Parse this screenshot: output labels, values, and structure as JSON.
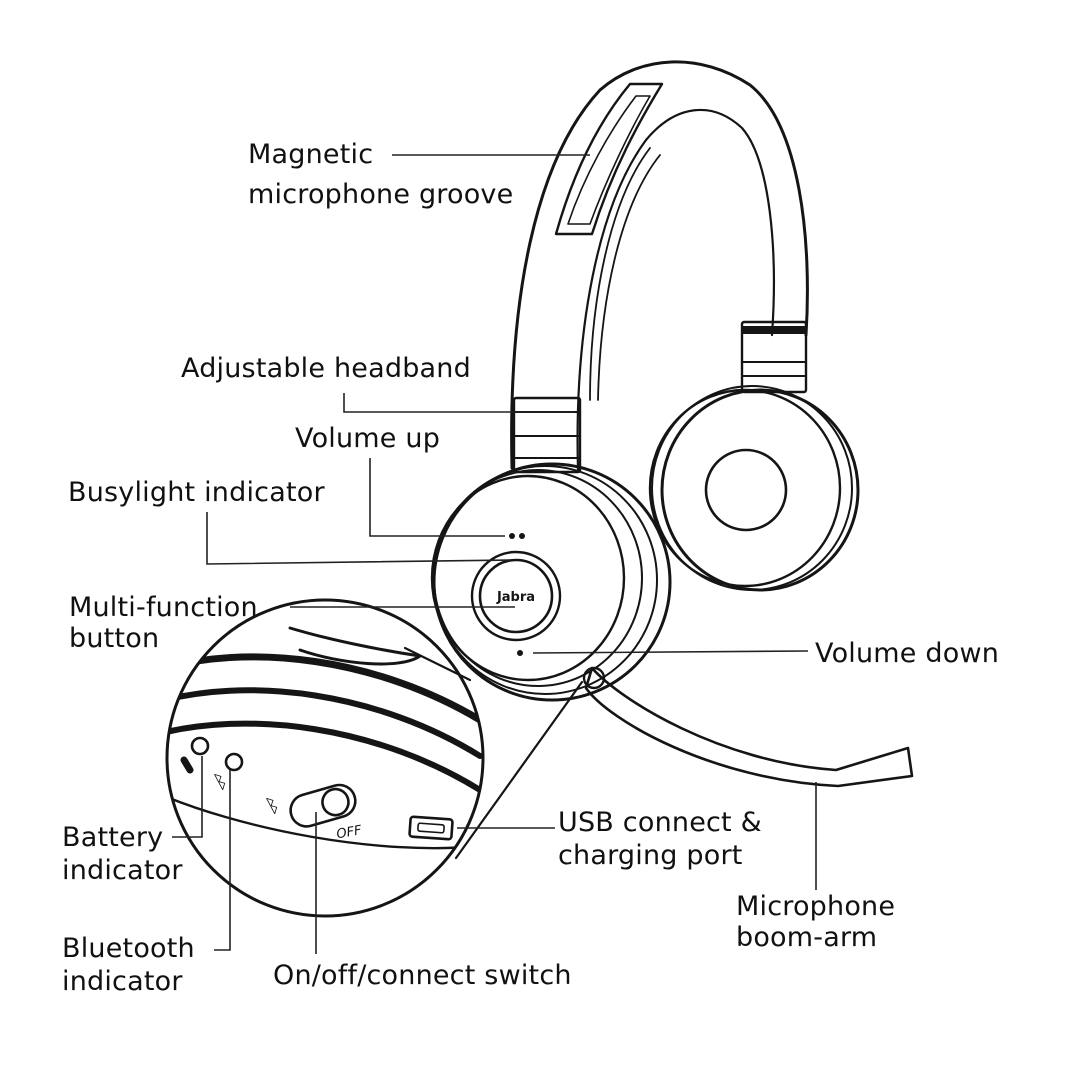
{
  "brand": {
    "logo_text": "Jabra"
  },
  "switch": {
    "off_text": "OFF"
  },
  "labels": {
    "magnetic_groove": [
      "Magnetic",
      "microphone groove"
    ],
    "adjustable_headband": [
      "Adjustable headband"
    ],
    "volume_up": [
      "Volume up"
    ],
    "busylight": [
      "Busylight indicator"
    ],
    "multi_function": [
      "Multi-function",
      "button"
    ],
    "volume_down": [
      "Volume down"
    ],
    "battery": [
      "Battery",
      "indicator"
    ],
    "bluetooth": [
      "Bluetooth",
      "indicator"
    ],
    "usb": [
      "USB connect &",
      "charging port"
    ],
    "boom_arm": [
      "Microphone",
      "boom-arm"
    ],
    "onoff": [
      "On/off/connect switch"
    ]
  },
  "colors": {
    "ink": "#151515",
    "background": "#ffffff"
  }
}
